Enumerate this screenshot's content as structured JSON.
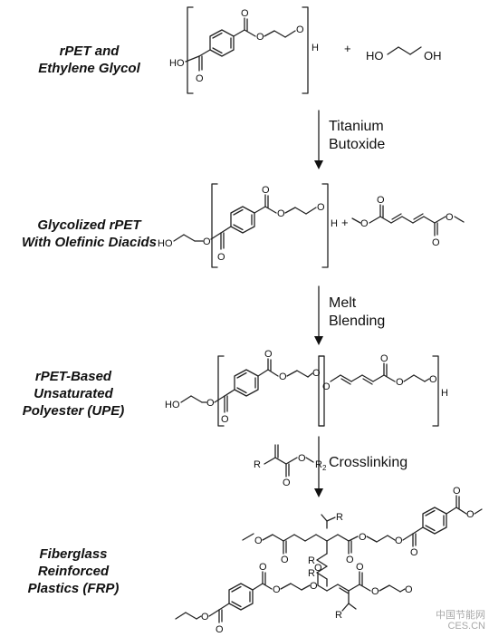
{
  "stages": [
    {
      "label_lines": [
        "rPET and",
        "Ethylene Glycol"
      ]
    },
    {
      "label_lines": [
        "Glycolized rPET",
        "With Olefinic Diacids"
      ]
    },
    {
      "label_lines": [
        "rPET-Based",
        "Unsaturated",
        "Polyester (UPE)"
      ]
    },
    {
      "label_lines": [
        "Fiberglass",
        "Reinforced",
        "Plastics (FRP)"
      ]
    }
  ],
  "steps": [
    {
      "label_lines": [
        "Titanium",
        "Butoxide"
      ]
    },
    {
      "label_lines": [
        "Melt",
        "Blending"
      ]
    },
    {
      "label_lines": [
        "Crosslinking"
      ]
    }
  ],
  "atoms": {
    "ho": "HO",
    "oh": "OH",
    "o": "O",
    "h": "H",
    "r": "R",
    "r2": "R",
    "r2_sub": "2",
    "plus": "+"
  },
  "watermark": {
    "line1": "中国节能网",
    "line2": "CES.CN"
  }
}
